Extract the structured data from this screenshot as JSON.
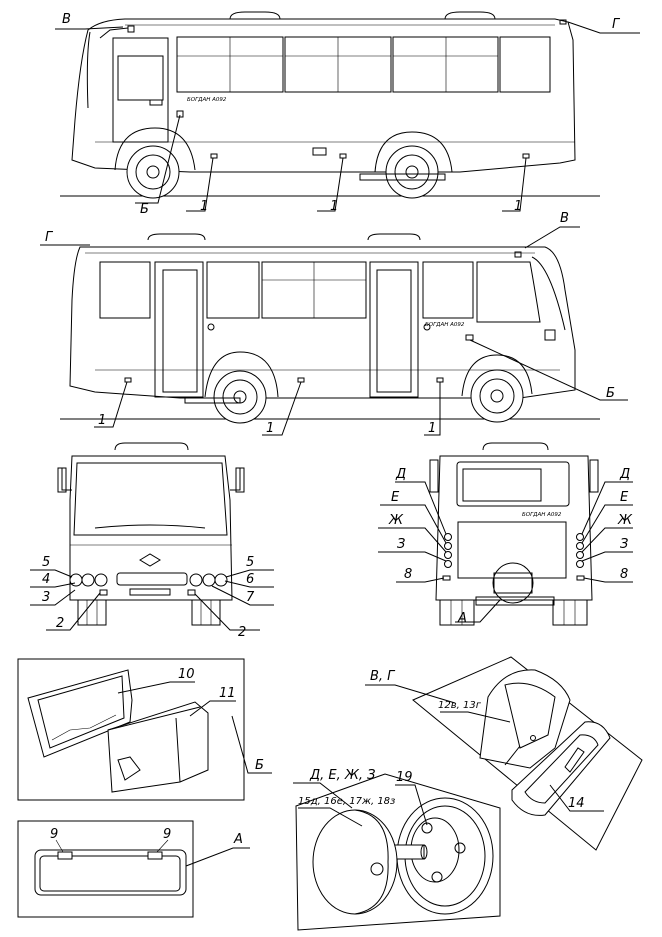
{
  "labels": {
    "v": "В",
    "g": "Г",
    "b": "Б",
    "a": "А",
    "d": "Д",
    "e": "Е",
    "zh": "Ж",
    "z": "З",
    "n1": "1",
    "n2": "2",
    "n3": "3",
    "n4": "4",
    "n5": "5",
    "n6": "6",
    "n7": "7",
    "n8": "8",
    "n9": "9",
    "n10": "10",
    "n11": "11",
    "n14": "14",
    "n19": "19"
  },
  "detail_titles": {
    "vg": "В, Г",
    "dezhz": "Д, Е, Ж, З"
  },
  "detail_callouts": {
    "vg_parts": "12в, 13г",
    "dezhz_parts": "15д, 16е, 17ж, 18з"
  },
  "bus_lettering": "БОГДАН А092"
}
